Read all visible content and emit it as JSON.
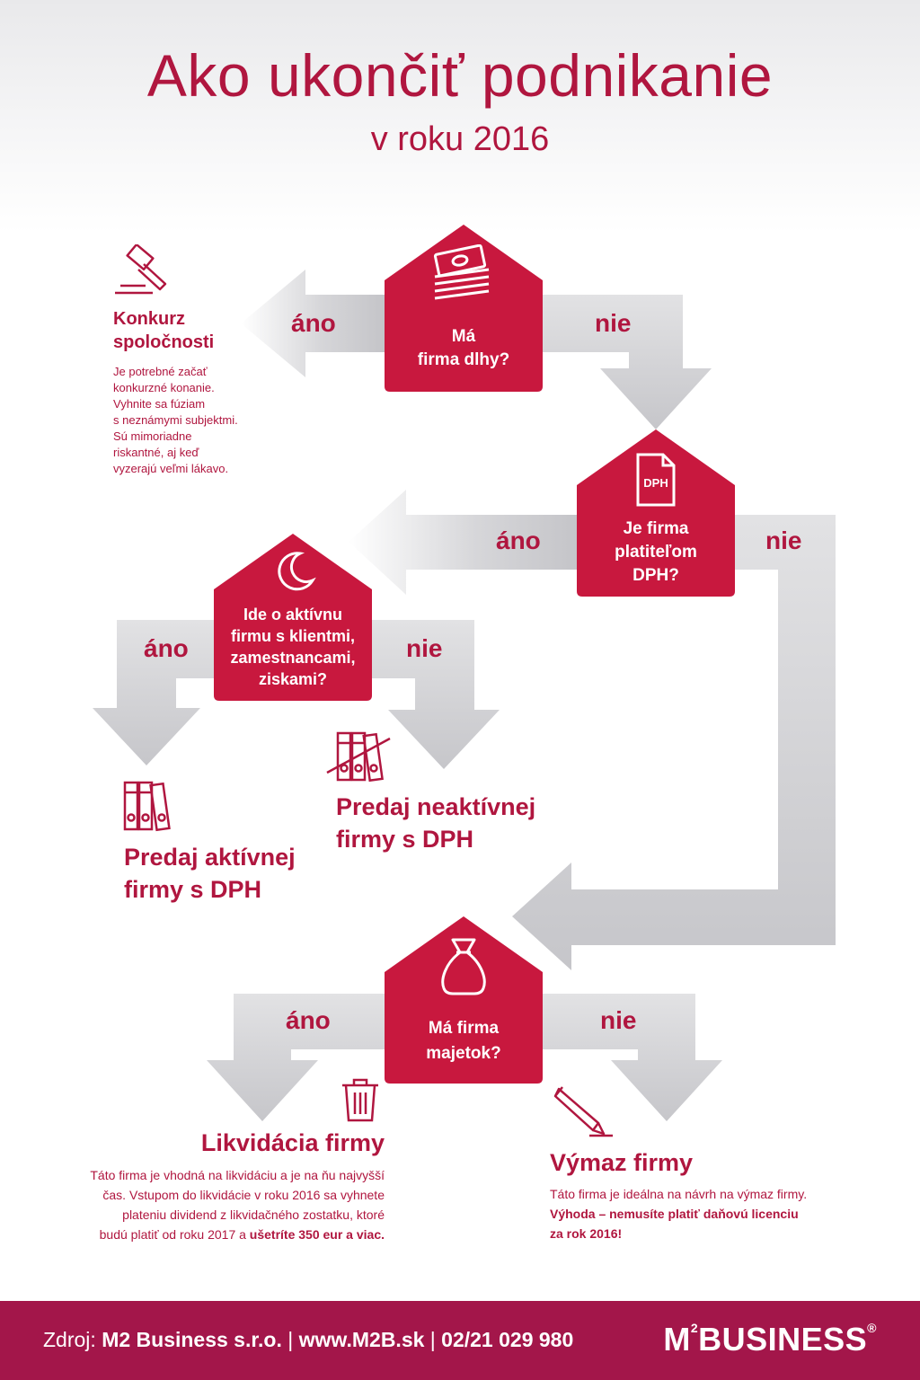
{
  "title": "Ako ukončiť podnikanie",
  "subtitle": "v roku 2016",
  "colors": {
    "brand": "#b0163f",
    "house": "#c8183e",
    "arrow": "#cfcfd2",
    "footer": "#a3164a"
  },
  "q1": {
    "text_1": "Má",
    "text_2": "firma dlhy?",
    "icon": "money-stack-icon"
  },
  "q2": {
    "text_1": "Je firma",
    "text_2": "platiteľom",
    "text_3": "DPH?",
    "icon": "dph-document-icon",
    "icon_text": "DPH"
  },
  "q3": {
    "text_1": "Ide o aktívnu",
    "text_2": "firmu s klientmi,",
    "text_3": "zamestnancami,",
    "text_4": "ziskami?",
    "icon": "moon-icon"
  },
  "q4": {
    "text_1": "Má firma",
    "text_2": "majetok?",
    "icon": "money-bag-icon"
  },
  "labels": {
    "yes": "áno",
    "no": "nie"
  },
  "konkurz": {
    "title_1": "Konkurz",
    "title_2": "spoločnosti",
    "desc_1": "Je potrebné začať",
    "desc_2": "konkurzné konanie.",
    "desc_3": "Vyhnite sa fúziam",
    "desc_4": "s neznámymi subjektmi.",
    "desc_5": "Sú mimoriadne",
    "desc_6": "riskantné, aj keď",
    "desc_7": "vyzerajú veľmi lákavo.",
    "icon": "gavel-icon"
  },
  "predaj_aktivnej": {
    "title_1": "Predaj aktívnej",
    "title_2": "firmy s DPH",
    "icon": "binders-icon"
  },
  "predaj_neaktivnej": {
    "title_1": "Predaj neaktívnej",
    "title_2": "firmy s DPH",
    "icon": "crossed-binders-icon"
  },
  "likvidacia": {
    "title": "Likvidácia firmy",
    "desc_1": "Táto firma je vhodná na likvidáciu a je na ňu najvyšší",
    "desc_2": "čas. Vstupom do likvidácie v roku 2016 sa vyhnete",
    "desc_3": "plateniu dividend z likvidačného zostatku, ktoré",
    "desc_4_plain": "budú platiť od roku 2017 a ",
    "desc_4_bold": "ušetríte 350 eur a viac.",
    "icon": "trash-icon"
  },
  "vymaz": {
    "title": "Výmaz firmy",
    "desc_1": "Táto firma je ideálna na návrh na výmaz firmy.",
    "desc_2": "Výhoda – nemusíte platiť daňovú licenciu",
    "desc_3": "za rok 2016!",
    "icon": "pencil-icon"
  },
  "footer": {
    "prefix": "Zdroj: ",
    "company": "M2 Business s.r.o.",
    "sep": " | ",
    "web": "www.M2B.sk",
    "phone": "02/21 029 980",
    "logo_main": "M",
    "logo_sup": "2",
    "logo_rest": "BUSINESS",
    "logo_reg": "®"
  }
}
